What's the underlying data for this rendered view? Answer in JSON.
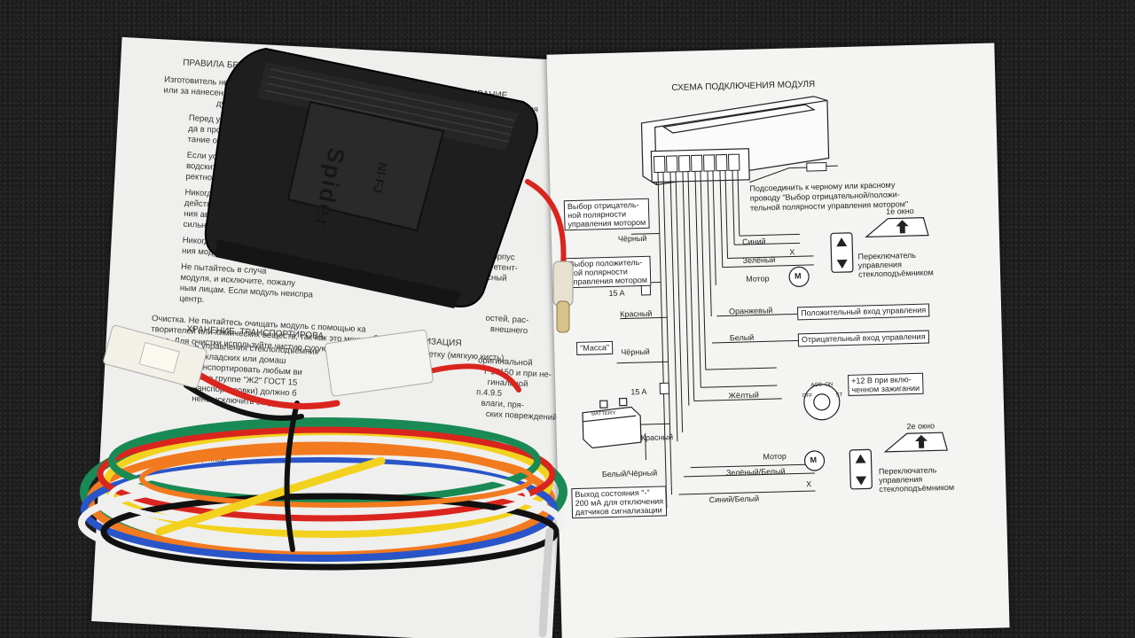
{
  "manual_left": {
    "heading_1": "ПРАВИЛА БЕЗ",
    "heading_1b": "КОЕ ОБСЛУЖИВАНИЕ",
    "lines": [
      "Изготовитель не",
      "или за нанесен",
      "дуля.",
      "Перед уст",
      "да в проб",
      "тание от",
      "Если уста",
      "водских",
      "ректнос",
      "Никогд",
      "действи",
      "ния автом",
      "сильной ви",
      "Никогда не",
      "ния модуля и с",
      "Не пытайтесь в случа",
      "модуля, и исключите, пожалу",
      "ным лицам. Если модуль неиспра",
      "центр.",
      "Очистка. Не пытайтесь очищать модуль с помощью ка",
      "творителей или химических веществ, так как это может при",
      "вида. Для очистки используйте чистую сухую хлопчатобумажную салфетку (мягкую кисть)."
    ],
    "heading_2": "ХРАНЕНИЕ, ТРАНСПОРТИРОВА",
    "heading_2b": "СУРС, УТИЛИЗАЦИЯ",
    "lines_2": [
      "ь управления стеклоподъемник",
      "в складских или домаш",
      "ранспортировать любым ви",
      "ке по группе \"Ж2\" ГОСТ 15",
      "ранспортировки) должно б",
      "нено исключить возд"
    ],
    "fragments_right": [
      "автомобиля",
      "ктам мо-",
      "рово-",
      "ле-",
      "корпус",
      "етент-",
      "исный",
      "остей, рас-",
      "внешнего",
      "оригинальной",
      "Т 15150 и при не-",
      "гинальной",
      "п.4.9.5",
      "влаги, пря-",
      "ских повреждений, е"
    ],
    "fragment_bottom": "Данное"
  },
  "manual_right": {
    "title": "СХЕМА ПОДКЛЮЧЕНИЯ МОДУЛЯ",
    "note_connect": [
      "Подсоединить к черному или красному",
      "проводу \"Выбор отрицательной/положи-",
      "тельной полярности управления мотором\""
    ],
    "neg_polarity_box": [
      "Выбор отрицатель-",
      "ной полярности",
      "управления мотором"
    ],
    "pos_polarity_box": [
      "Выбор положитель-",
      "ной полярности",
      "управления мотором"
    ],
    "wire_black": "Чёрный",
    "wire_red": "Красный",
    "fuse_15a": "15 A",
    "mass_label": "\"Масса\"",
    "battery_label": "BATTERY",
    "wire_blue": "Синий",
    "wire_green": "Зелёный",
    "motor": "Мотор",
    "motor_symbol": "M",
    "x_mark": "X",
    "window_1": "1е окно",
    "window_2": "2е окно",
    "switch_label": [
      "Переключатель",
      "управления",
      "стеклоподъёмником"
    ],
    "wire_orange": "Оранжевый",
    "positive_input": "Положительный вход управления",
    "wire_white": "Белый",
    "negative_input": "Отрицательный вход управления",
    "wire_yellow": "Жёлтый",
    "ignition_box": [
      "+12 В при вклю-",
      "ченном зажигании"
    ],
    "ignition_positions": [
      "OFF",
      "ACC",
      "ON",
      "ST"
    ],
    "wire_white_black": "Белый/Чёрный",
    "wire_green_white": "Зелёный/Белый",
    "wire_blue_white": "Синий/Белый",
    "status_output_box": [
      "Выход состояния \"-\"",
      "200 мА для отключения",
      "датчиков сигнализации"
    ]
  },
  "device": {
    "label_brand": "Spider",
    "label_model": "NI-FJ"
  },
  "colors": {
    "carpet": "#1c1c1c",
    "paper": "#f4f4f2",
    "module_body": "#1e1e1e",
    "wire_green": "#1a8a55",
    "wire_orange": "#f27a1f",
    "wire_yellow": "#f2d21e",
    "wire_blue": "#2a55c8",
    "wire_red": "#d9251e",
    "wire_white": "#f0f0f0",
    "wire_black": "#111111"
  }
}
